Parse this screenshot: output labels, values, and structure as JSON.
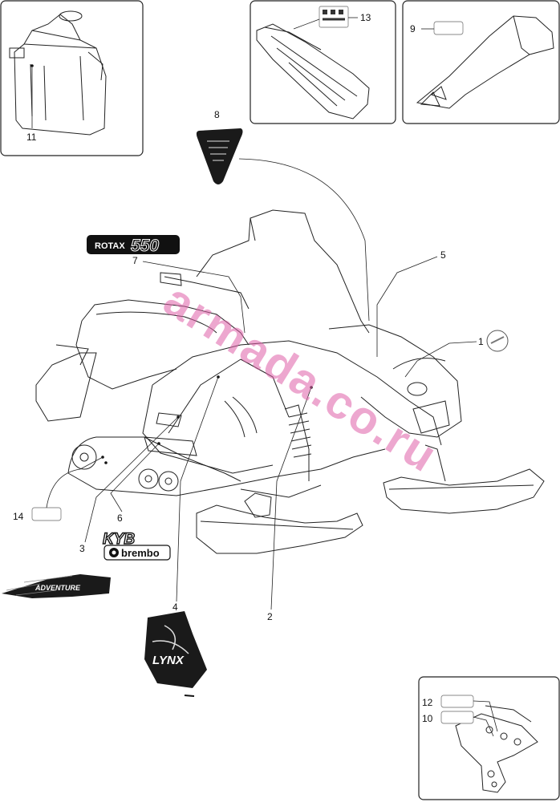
{
  "callouts": {
    "c1": "1",
    "c2": "2",
    "c3": "3",
    "c4": "4",
    "c5": "5",
    "c6": "6",
    "c7": "7",
    "c8": "8",
    "c9": "9",
    "c10": "10",
    "c11": "11",
    "c12": "12",
    "c13": "13",
    "c14": "14"
  },
  "decals": {
    "rotax": "ROTAX",
    "rotax_model": "550",
    "kyb": "KYB",
    "brembo": "brembo",
    "adventure": "ADVENTURE",
    "lynx": "LYNX"
  },
  "watermark": "armada.co.ru",
  "colors": {
    "watermark": "#e060a8",
    "line": "#222222",
    "decal_dark": "#111111"
  }
}
